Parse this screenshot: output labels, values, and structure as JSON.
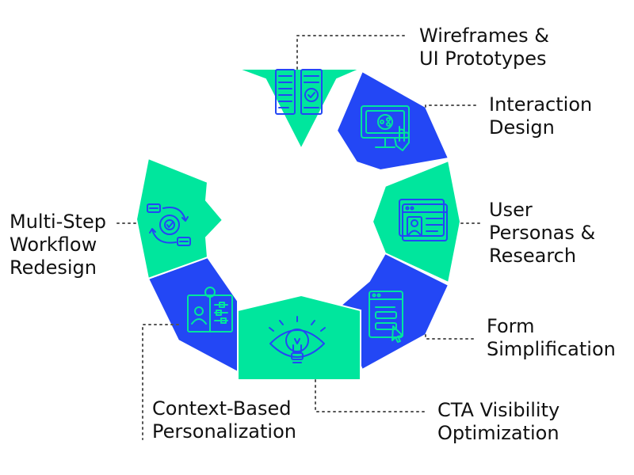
{
  "colors": {
    "green": "#00E69D",
    "blue": "#2347F5",
    "icon_on_green": "#2347F5",
    "icon_on_blue": "#00E69D",
    "leader": "#555555",
    "text": "#111111"
  },
  "segments": [
    {
      "id": "wireframes",
      "color": "green",
      "icon": "wireframe-layout-icon",
      "lines": [
        "Wireframes &",
        "UI Prototypes"
      ]
    },
    {
      "id": "interaction",
      "color": "blue",
      "icon": "touch-screen-icon",
      "lines": [
        "Interaction",
        "Design"
      ]
    },
    {
      "id": "personas",
      "color": "green",
      "icon": "user-profile-card-icon",
      "lines": [
        "User",
        "Personas &",
        "Research"
      ]
    },
    {
      "id": "form",
      "color": "blue",
      "icon": "form-cursor-icon",
      "lines": [
        "Form",
        "Simplification"
      ]
    },
    {
      "id": "cta",
      "color": "green",
      "icon": "lightbulb-eye-icon",
      "lines": [
        "CTA Visibility",
        "Optimization"
      ]
    },
    {
      "id": "context",
      "color": "blue",
      "icon": "user-settings-book-icon",
      "lines": [
        "Context-Based",
        "Personalization"
      ]
    },
    {
      "id": "workflow",
      "color": "green",
      "icon": "workflow-gear-icon",
      "lines": [
        "Multi-Step",
        "Workflow",
        "Redesign"
      ]
    }
  ]
}
